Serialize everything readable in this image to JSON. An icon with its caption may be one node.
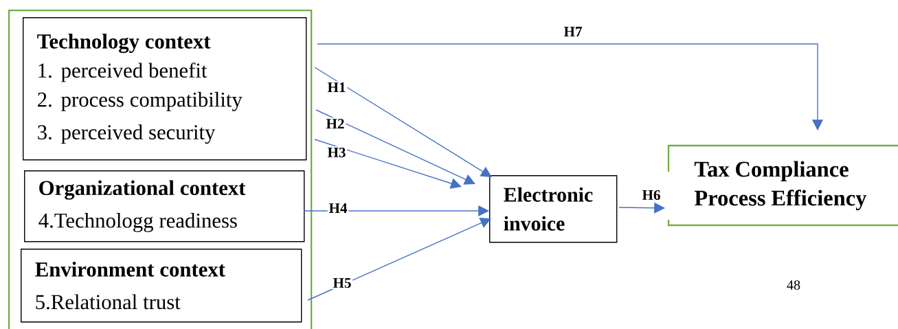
{
  "diagram": {
    "nodes": [
      {
        "text": [],
        "shape": "box"
      },
      {
        "text": [
          "Technology context",
          "1. perceived benefit",
          "2. process compatibility",
          "3. perceived security"
        ],
        "in": 0
      },
      {
        "text": [
          "Organizational context",
          "4.Technologg readiness"
        ],
        "in": 0
      },
      {
        "text": [
          "Environment context",
          "5.Relational trust"
        ],
        "in": 0
      },
      {
        "text": [
          "Electronic invoice"
        ]
      },
      {
        "text": [
          "Tax Compliance Process Efficiency"
        ]
      }
    ],
    "edges": [
      {
        "from": 1,
        "to": 4,
        "arrow": "to",
        "label": "H1"
      },
      {
        "from": 1,
        "to": 4,
        "arrow": "to",
        "label": "H2"
      },
      {
        "from": 1,
        "to": 4,
        "arrow": "to",
        "label": "H3"
      },
      {
        "from": 2,
        "to": 4,
        "arrow": "to",
        "label": "H4"
      },
      {
        "from": 3,
        "to": 4,
        "arrow": "to",
        "label": "H5"
      },
      {
        "from": 4,
        "to": 5,
        "arrow": "to",
        "label": "H6"
      },
      {
        "from": 1,
        "to": 5,
        "arrow": "to",
        "label": "H7"
      }
    ],
    "labels": [
      "48"
    ]
  }
}
